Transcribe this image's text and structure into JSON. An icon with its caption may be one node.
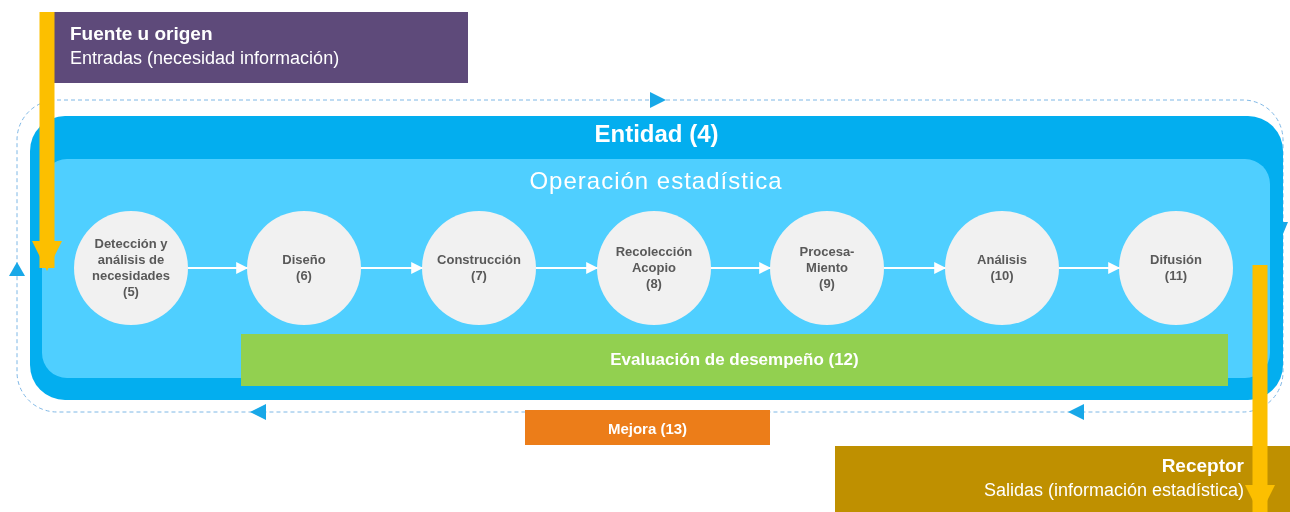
{
  "diagram": {
    "nodes": [
      {
        "text": [
          "Fuente u origen",
          "Entradas (necesidad información)"
        ]
      },
      {
        "text": [
          "Entidad (4)"
        ]
      },
      {
        "text": [
          "Operación estadística"
        ],
        "in": 1
      },
      {
        "text": [
          "Detección y análisis de necesidades",
          "(5)"
        ],
        "in": 2
      },
      {
        "text": [
          "Diseño",
          "(6)"
        ],
        "in": 2
      },
      {
        "text": [
          "Construcción",
          "(7)"
        ],
        "in": 2
      },
      {
        "text": [
          "Recolección Acopio",
          "(8)"
        ],
        "in": 2
      },
      {
        "text": [
          "Procesa- Miento",
          "(9)"
        ],
        "in": 2
      },
      {
        "text": [
          "Análisis",
          "(10)"
        ],
        "in": 2
      },
      {
        "text": [
          "Difusión",
          "(11)"
        ],
        "in": 2
      },
      {
        "text": [
          "Evaluación de desempeño (12)"
        ],
        "in": 2
      },
      {
        "text": [
          "Mejora (13)"
        ]
      },
      {
        "text": [
          "Receptor",
          "Salidas (información estadística)"
        ]
      }
    ],
    "edges": [
      {
        "from": 0,
        "to": 3,
        "arrow": "to",
        "style": "thick",
        "color": "#fcbf00"
      },
      {
        "from": 3,
        "to": 4,
        "arrow": "to"
      },
      {
        "from": 4,
        "to": 5,
        "arrow": "to"
      },
      {
        "from": 5,
        "to": 6,
        "arrow": "to"
      },
      {
        "from": 6,
        "to": 7,
        "arrow": "to"
      },
      {
        "from": 7,
        "to": 8,
        "arrow": "to"
      },
      {
        "from": 8,
        "to": 9,
        "arrow": "to"
      },
      {
        "from": 1,
        "to": 12,
        "arrow": "to",
        "style": "thick",
        "color": "#fcbf00"
      }
    ]
  }
}
